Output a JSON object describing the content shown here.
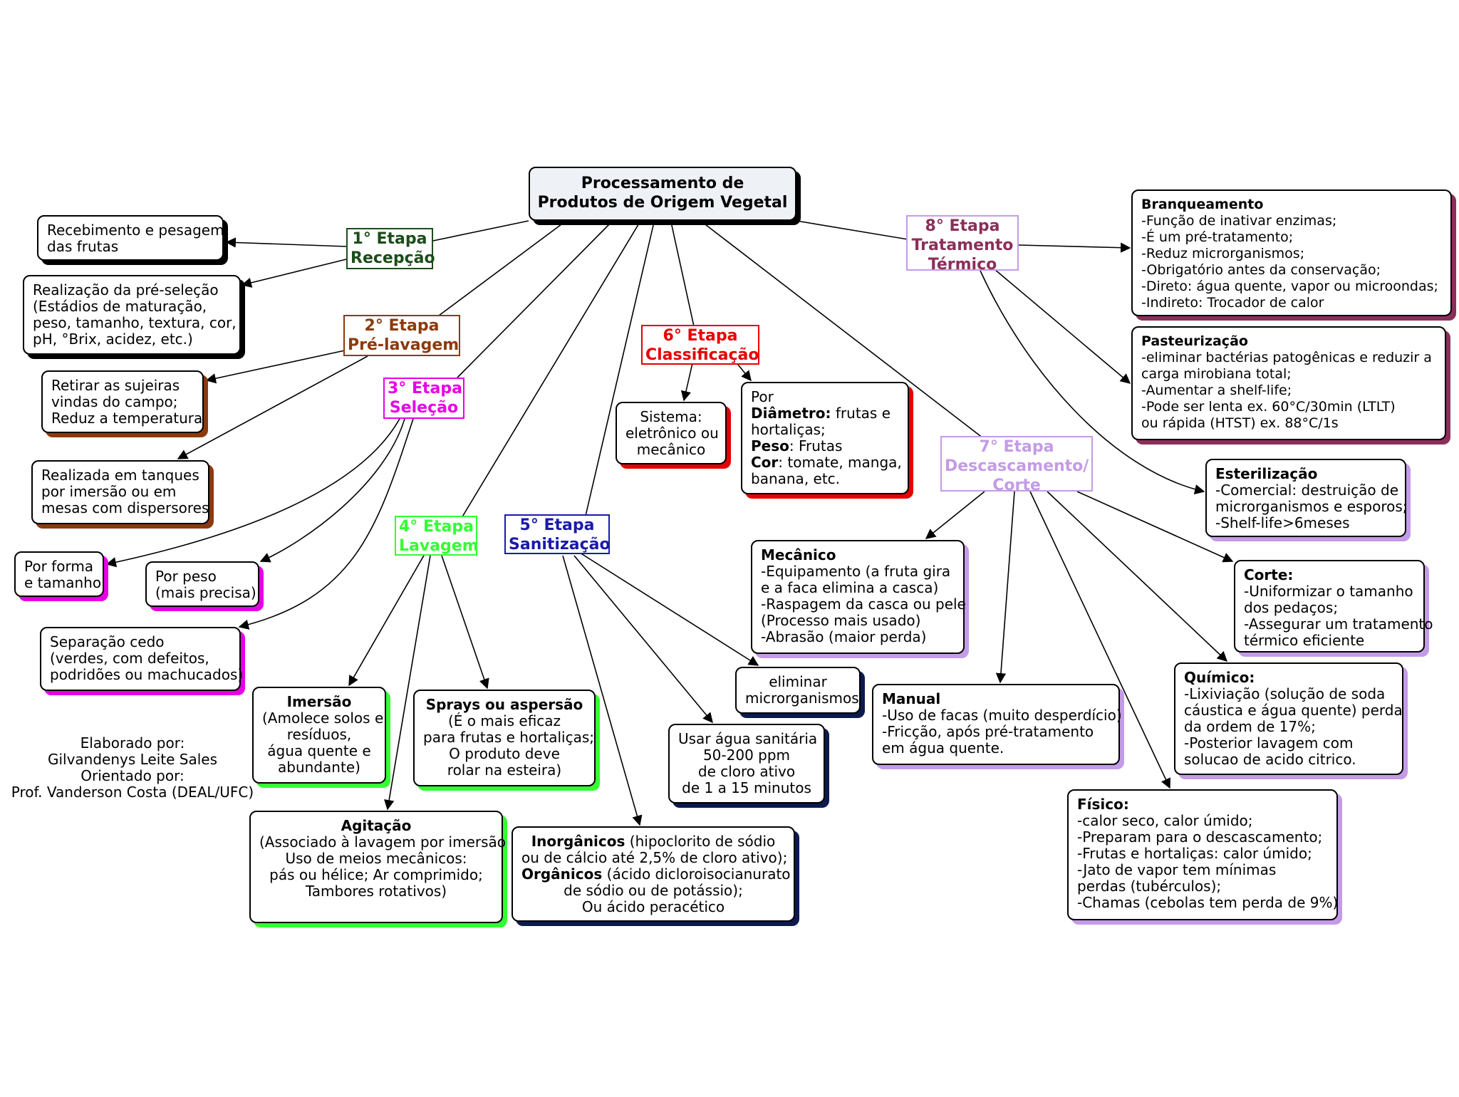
{
  "colors": {
    "black": "#000000",
    "recepcao": "#1a4d1a",
    "prelavagem": "#8b3a0e",
    "selecao": "#e600e6",
    "lavagem": "#33ff33",
    "sanitizacao": "#1a1aaa",
    "classificacao": "#e60000",
    "descascamento": "#c39be6",
    "tratamento": "#8b2f5a",
    "navy": "#0d1a4d"
  },
  "root": {
    "lines": [
      "Processamento de",
      "Produtos de Origem Vegetal"
    ]
  },
  "stages": {
    "s1": {
      "lines": [
        "1° Etapa",
        "Recepção"
      ]
    },
    "s2": {
      "lines": [
        "2° Etapa",
        "Pré-lavagem"
      ]
    },
    "s3": {
      "lines": [
        "3° Etapa",
        "Seleção"
      ]
    },
    "s4": {
      "lines": [
        "4° Etapa",
        "Lavagem"
      ]
    },
    "s5": {
      "lines": [
        "5° Etapa",
        "Sanitização"
      ]
    },
    "s6": {
      "lines": [
        "6° Etapa",
        "Classificação"
      ]
    },
    "s7": {
      "lines": [
        "7° Etapa",
        "Descascamento/",
        "Corte"
      ]
    },
    "s8": {
      "lines": [
        "8° Etapa",
        "Tratamento",
        "Térmico"
      ]
    }
  },
  "nodes": {
    "recebimento": {
      "lines": [
        "Recebimento e pesagem",
        "das frutas"
      ]
    },
    "preselecao": {
      "lines": [
        "Realização da pré-seleção",
        "(Estádios de maturação,",
        "peso, tamanho, textura, cor,",
        "pH, °Brix, acidez, etc.)"
      ]
    },
    "sujeiras": {
      "lines": [
        "Retirar as sujeiras",
        "vindas do campo;",
        "Reduz a temperatura"
      ]
    },
    "tanques": {
      "lines": [
        "Realizada em tanques",
        "por imersão ou em",
        "mesas com dispersores"
      ]
    },
    "forma": {
      "lines": [
        "Por forma",
        "e tamanho"
      ]
    },
    "peso": {
      "lines": [
        "Por peso",
        "(mais precisa)"
      ]
    },
    "separacao": {
      "lines": [
        "Separação cedo",
        "(verdes, com defeitos,",
        "podridões ou machucados)"
      ]
    },
    "imersao": {
      "title": "Imersão",
      "lines": [
        "(Amolece solos e",
        "resíduos,",
        "água quente e",
        "abundante)"
      ]
    },
    "sprays": {
      "title": "Sprays ou aspersão",
      "lines": [
        "(É o mais eficaz",
        "para frutas e hortaliças;",
        "O produto deve",
        "rolar na esteira)"
      ]
    },
    "agitacao": {
      "title": "Agitação",
      "lines": [
        "(Associado à lavagem por imersão",
        "Uso de meios mecânicos:",
        "pás ou hélice; Ar comprimido;",
        "Tambores rotativos)"
      ]
    },
    "inorganicos": {
      "inorg_label": "Inorgânicos",
      "inorg_text": " (hipoclorito de sódio",
      "line2": "ou de cálcio até 2,5% de cloro ativo);",
      "org_label": "Orgânicos",
      "org_text": " (ácido dicloroisocianurato",
      "line4": "de sódio ou de potássio);",
      "line5": "Ou ácido peracético"
    },
    "agua": {
      "lines": [
        "Usar água sanitária",
        "50-200 ppm",
        "de cloro ativo",
        "de 1 a 15 minutos"
      ]
    },
    "eliminar": {
      "lines": [
        "eliminar",
        "microrganismos"
      ]
    },
    "sistema": {
      "lines": [
        "Sistema:",
        "eletrônico ou",
        "mecânico"
      ]
    },
    "diametro": {
      "line1": "Por",
      "diam_label": "Diâmetro:",
      "diam_text": " frutas e",
      "line3": "hortaliças;",
      "peso_label": "Peso",
      "peso_text": ": Frutas",
      "cor_label": "Cor",
      "cor_text": ": tomate, manga,",
      "line6": "banana, etc."
    },
    "mecanico": {
      "title": "Mecânico",
      "lines": [
        "-Equipamento (a fruta gira",
        "e a faca elimina a casca)",
        "-Raspagem da casca ou pele",
        "(Processo mais usado)",
        "-Abrasão (maior perda)"
      ]
    },
    "manual": {
      "title": "Manual",
      "lines": [
        "-Uso de facas (muito desperdício)",
        "-Fricção, após pré-tratamento",
        "em água quente."
      ]
    },
    "fisico": {
      "title": "Físico:",
      "lines": [
        "-calor seco, calor úmido;",
        "-Preparam para o descascamento;",
        "-Frutas e hortaliças: calor úmido;",
        "-Jato de vapor tem mínimas",
        "perdas (tubérculos);",
        "-Chamas (cebolas tem perda de 9%)"
      ]
    },
    "quimico": {
      "title": "Químico:",
      "lines": [
        "-Lixiviação (solução de soda",
        "cáustica e água quente) perda",
        "da ordem de 17%;",
        "-Posterior lavagem com",
        "solucao de acido citrico."
      ]
    },
    "corte": {
      "title": "Corte:",
      "lines": [
        "-Uniformizar o tamanho",
        "dos pedaços;",
        "-Assegurar um tratamento",
        "térmico eficiente"
      ]
    },
    "branqueamento": {
      "title": "Branqueamento",
      "lines": [
        "-Função de inativar enzimas;",
        "-É um pré-tratamento;",
        "-Reduz microrganismos;",
        "-Obrigatório antes da conservação;",
        "-Direto: água quente, vapor ou microondas;",
        "-Indireto: Trocador de calor"
      ]
    },
    "pasteurizacao": {
      "title": "Pasteurização",
      "lines": [
        "-eliminar bactérias patogênicas e reduzir a",
        "carga mirobiana total;",
        "-Aumentar a shelf-life;",
        "-Pode ser lenta ex. 60°C/30min (LTLT)",
        "ou rápida (HTST) ex. 88°C/1s"
      ]
    },
    "esterilizacao": {
      "title": "Esterilização",
      "lines": [
        "-Comercial: destruição de",
        "microrganismos e esporos;",
        "-Shelf-life>6meses"
      ]
    }
  },
  "credit": {
    "lines": [
      "Elaborado por:",
      "Gilvandenys Leite Sales",
      "Orientado por:",
      "Prof. Vanderson Costa (DEAL/UFC)"
    ]
  }
}
